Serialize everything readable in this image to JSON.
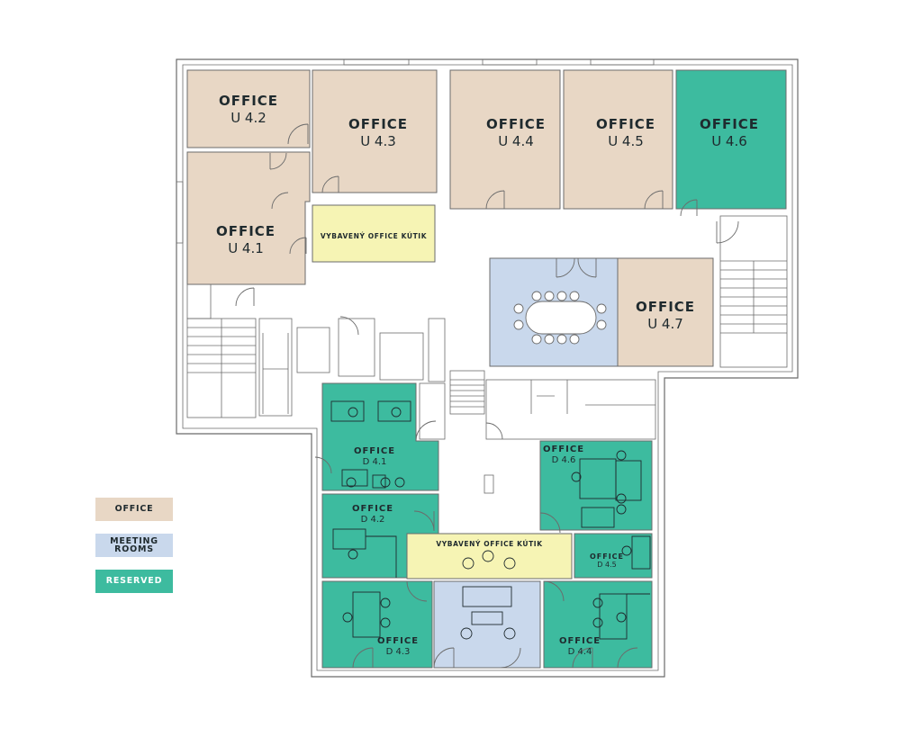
{
  "colors": {
    "office": "#e8d7c5",
    "meeting": "#c9d8ec",
    "reserved": "#3dbb9f",
    "kitchen": "#f6f4b4",
    "wall": "#6b6b6b",
    "text": "#1f2a2e"
  },
  "rooms": {
    "u42": {
      "title": "OFFICE",
      "code": "U 4.2",
      "status": "office"
    },
    "u43": {
      "title": "OFFICE",
      "code": "U 4.3",
      "status": "office"
    },
    "u44": {
      "title": "OFFICE",
      "code": "U 4.4",
      "status": "office"
    },
    "u45": {
      "title": "OFFICE",
      "code": "U 4.5",
      "status": "office"
    },
    "u46": {
      "title": "OFFICE",
      "code": "U 4.6",
      "status": "reserved"
    },
    "u41": {
      "title": "OFFICE",
      "code": "U 4.1",
      "status": "office"
    },
    "u47": {
      "title": "OFFICE",
      "code": "U 4.7",
      "status": "office"
    },
    "d41": {
      "title": "OFFICE",
      "code": "D 4.1",
      "status": "reserved"
    },
    "d42": {
      "title": "OFFICE",
      "code": "D 4.2",
      "status": "reserved"
    },
    "d43": {
      "title": "OFFICE",
      "code": "D 4.3",
      "status": "reserved"
    },
    "d44": {
      "title": "OFFICE",
      "code": "D 4.4",
      "status": "reserved"
    },
    "d45": {
      "title": "OFFICE",
      "code": "D 4.5",
      "status": "reserved"
    },
    "d46": {
      "title": "OFFICE",
      "code": "D 4.6",
      "status": "reserved"
    }
  },
  "kitchen_upper": "VYBAVENÝ OFFICE KÚTIK",
  "kitchen_lower": "VYBAVENÝ OFFICE KÚTIK",
  "legend": {
    "office": "OFFICE",
    "meeting_line1": "MEETING",
    "meeting_line2": "ROOMS",
    "reserved": "RESERVED"
  }
}
